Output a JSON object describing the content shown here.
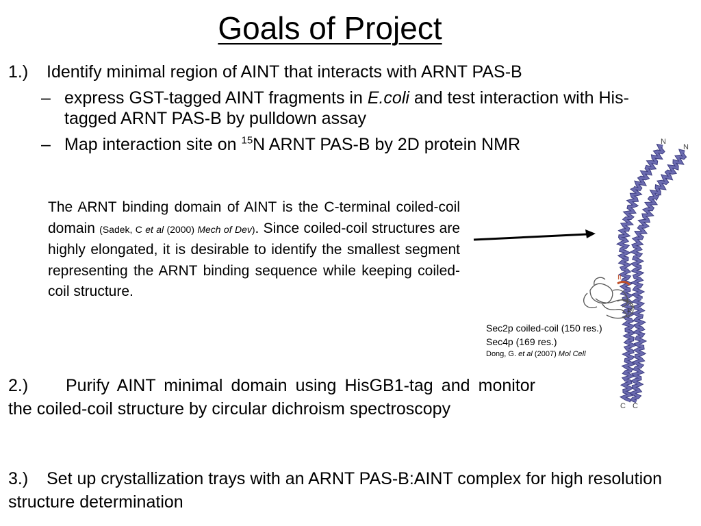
{
  "title": "Goals of Project",
  "goal1": {
    "number": "1.)",
    "text": "Identify minimal region of AINT that interacts with ARNT PAS-B",
    "subpoints": [
      {
        "dash": "–",
        "text_before": "express GST-tagged AINT fragments in ",
        "italic": "E.coli",
        "text_after": " and test interaction with His-tagged ARNT PAS-B by pulldown assay"
      },
      {
        "dash": "–",
        "text_before": "Map interaction site on ",
        "superscript": "15",
        "text_after": "N ARNT PAS-B by 2D protein NMR"
      }
    ]
  },
  "paragraph": {
    "part1": "The ARNT binding domain of AINT is the C-terminal coiled-coil domain ",
    "ref_open": "(Sadek, C ",
    "ref_etal": "et al",
    "ref_year": " (2000) ",
    "ref_journal": "Mech of Dev",
    "ref_close": ")",
    "part2": ". Since coiled-coil structures are highly elongated, it is desirable to identify the smallest segment representing the ARNT binding sequence while keeping coiled-coil structure."
  },
  "figure": {
    "n_label_1": "N",
    "n_label_2": "N",
    "c_label_1": "C",
    "c_label_2": "C",
    "roman_label": "II",
    "p_label": "P",
    "helix_color": "#6b6bb0",
    "helix_dark": "#3d3d80",
    "caption_line1": "Sec2p coiled-coil (150 res.)",
    "caption_line2": "Sec4p (169 res.)",
    "cite_author": "Dong, G. ",
    "cite_etal": "et al",
    "cite_year": " (2007) ",
    "cite_journal": "Mol Cell"
  },
  "goal2": {
    "number": "2.)",
    "text": "Purify AINT minimal domain using HisGB1-tag and monitor the coiled-coil structure by circular dichroism spectroscopy"
  },
  "goal3": {
    "number": "3.)",
    "text": "Set up crystallization trays with an ARNT PAS-B:AINT complex for high resolution structure determination"
  }
}
